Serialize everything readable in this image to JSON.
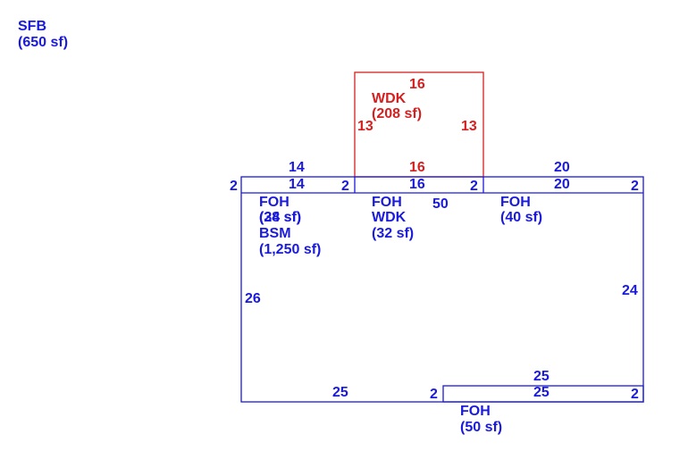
{
  "colors": {
    "primary": "#1a1adb",
    "accent": "#d42020"
  },
  "summary": {
    "name": "SFB",
    "area": "(650 sf)"
  },
  "wdk": {
    "name": "WDK",
    "area": "(208 sf)",
    "dim_top": "16",
    "dim_left": "13",
    "dim_right": "13",
    "dim_bottom": "16"
  },
  "foh_left": {
    "name": "FOH",
    "area": "(28 sf)",
    "dim_top_outer": "14",
    "dim_top_inner": "14",
    "dim_left": "2",
    "dim_right": "2"
  },
  "foh_wdk": {
    "name1": "FOH",
    "name2": "WDK",
    "area": "(32 sf)",
    "dim_inner": "16",
    "dim_right": "2"
  },
  "foh_right": {
    "name": "FOH",
    "area": "(40 sf)",
    "dim_top_outer": "20",
    "dim_top_inner": "20",
    "dim_right": "2"
  },
  "bsm": {
    "name": "BSM",
    "area": "(1,250 sf)",
    "overlap": "(34 sf)",
    "dim_top": "50",
    "dim_left": "26",
    "dim_right": "24",
    "dim_bottom": "25"
  },
  "foh_bottom": {
    "name": "FOH",
    "area": "(50 sf)",
    "dim_top_outer": "25",
    "dim_top_inner": "25",
    "dim_left": "2",
    "dim_right": "2"
  }
}
